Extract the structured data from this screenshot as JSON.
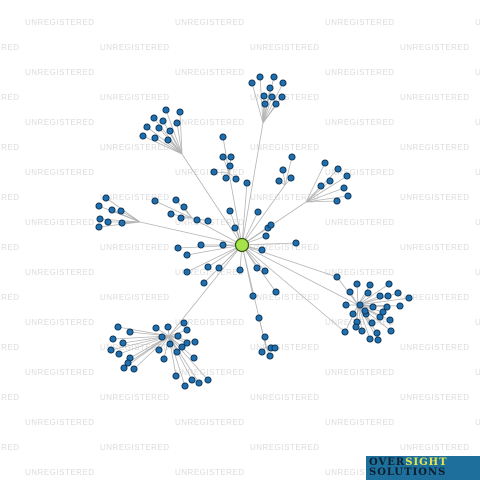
{
  "watermark": {
    "text": "UNREGISTERED"
  },
  "logo": {
    "word1": "OVER",
    "word2": "SIGHT",
    "word3": "SOLUTIONS"
  },
  "colors": {
    "background": "#ffffff",
    "edge": "#b4b4b4",
    "node_fill": "#1f6fae",
    "hub_fill": "#a6e34a",
    "logo_background": "#1e6f9c",
    "logo_accent": "#e8e84a"
  },
  "network": {
    "hub_count": 1,
    "cluster_count": 10,
    "node_count": 160
  }
}
